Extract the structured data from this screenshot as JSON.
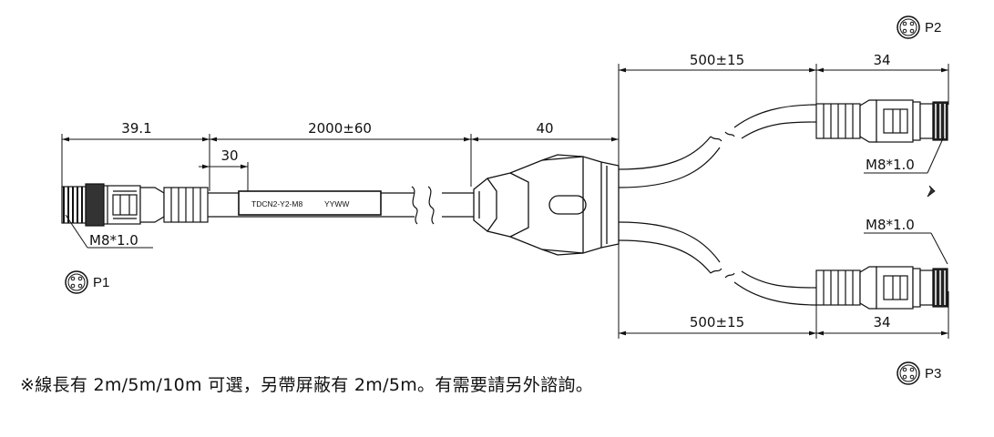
{
  "dimensions": {
    "d_39_1": "39.1",
    "d_2000": "2000±60",
    "d_40": "40",
    "d_30": "30",
    "d_500_top": "500±15",
    "d_34_top": "34",
    "d_500_bot": "500±15",
    "d_34_bot": "34"
  },
  "thread_labels": {
    "p1": "M8*1.0",
    "p2": "M8*1.0",
    "p3": "M8*1.0"
  },
  "ports": {
    "p1": "P1",
    "p2": "P2",
    "p3": "P3"
  },
  "cable_label": {
    "model": "TDCN2-Y2-M8",
    "date": "YYWW"
  },
  "note": "※線長有 2m/5m/10m 可選，另帶屏蔽有 2m/5m。有需要請另外諮詢。"
}
